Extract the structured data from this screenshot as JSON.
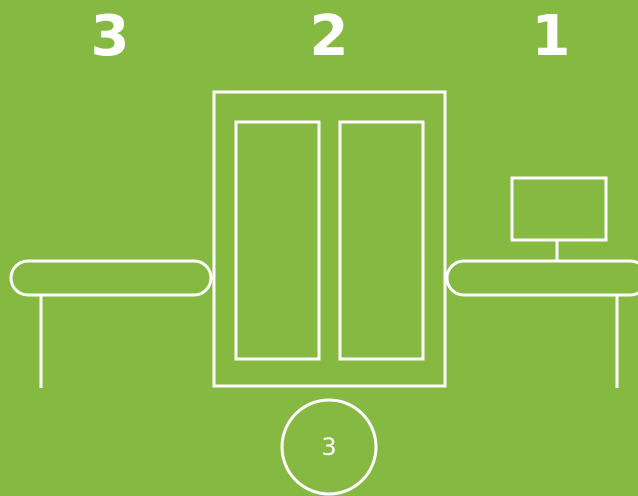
{
  "steps": [
    {
      "number": "3"
    },
    {
      "number": "2"
    },
    {
      "number": "1"
    }
  ],
  "badge": {
    "label": "3"
  },
  "colors": {
    "background": "#86b941",
    "stroke": "#ffffff"
  },
  "icons": {
    "left_conveyor": "conveyor-belt-icon",
    "scanner": "xray-scanner-icon",
    "right_conveyor": "conveyor-belt-icon",
    "monitor": "monitor-icon"
  }
}
